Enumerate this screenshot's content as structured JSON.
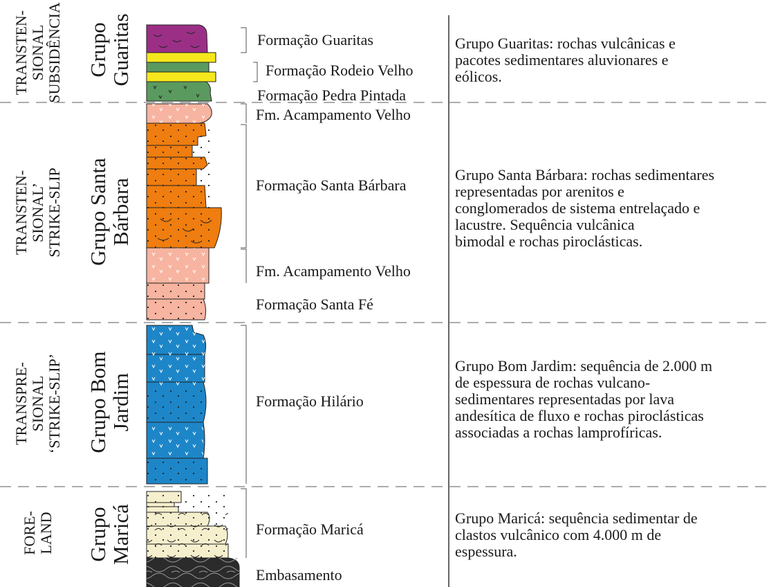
{
  "tectonic_labels": [
    {
      "id": "t1",
      "lines": [
        "TRANSTEN-",
        "SIONAL",
        "SUBSIDÊNCIA"
      ]
    },
    {
      "id": "t2",
      "lines": [
        "TRANSTEN-",
        "SIONAL’",
        "STRIKE-SLIP"
      ]
    },
    {
      "id": "t3",
      "lines": [
        "TRANSPRE-",
        "SIONAL",
        "‘STRIKE-SLIP’"
      ]
    },
    {
      "id": "t4",
      "lines": [
        "FORE-",
        "LAND"
      ]
    }
  ],
  "groups": [
    {
      "id": "g1",
      "lines": [
        "Grupo",
        "Guaritas"
      ]
    },
    {
      "id": "g2",
      "lines": [
        "Grupo Santa",
        "Bárbara"
      ]
    },
    {
      "id": "g3",
      "lines": [
        "Grupo Bom",
        "Jardim"
      ]
    },
    {
      "id": "g4",
      "lines": [
        "Grupo",
        "Maricá"
      ]
    }
  ],
  "formations": [
    "Formação Guaritas",
    "Formação Rodeio Velho",
    "Formação Pedra Pintada",
    "Fm. Acampamento Velho",
    "Formação Santa Bárbara",
    "Fm. Acampamento Velho",
    "Formação Santa Fé",
    "Formação Hilário",
    "Formação Maricá",
    "Embasamento"
  ],
  "descriptions": [
    [
      "Grupo Guaritas: rochas vulcânicas e",
      "pacotes sedimentares aluvionares e",
      "eólicos."
    ],
    [
      "Grupo Santa Bárbara: rochas sedimentares",
      "representadas por arenitos e",
      "conglomerados de sistema entrelaçado e",
      "lacustre. Sequência vulcânica",
      "bimodal e rochas piroclásticas."
    ],
    [
      "Grupo Bom Jardim: sequência de 2.000 m",
      "de espessura de rochas vulcano-",
      "sedimentares representadas por lava",
      "andesítica de fluxo e rochas piroclásticas",
      "associadas a rochas lamprofíricas."
    ],
    [
      "Grupo Maricá: sequência sedimentar de",
      "clastos vulcânico com  4.000 m de",
      "espessura."
    ]
  ],
  "colors": {
    "purple": "#9b2f86",
    "yellow": "#f6e71c",
    "green": "#5b9a5f",
    "salmon": "#f7b4a0",
    "orange": "#ef7d0f",
    "blue": "#1d86c8",
    "cream": "#f6efcd",
    "dark": "#2b2b2b",
    "line": "#333333",
    "dash": "#7a7a7a"
  }
}
